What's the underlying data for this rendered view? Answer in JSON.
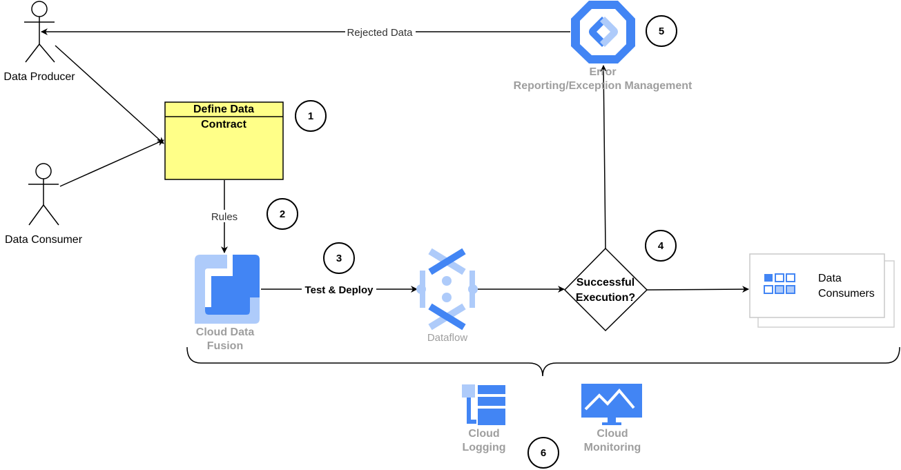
{
  "actors": {
    "producer": "Data Producer",
    "consumer": "Data Consumer"
  },
  "contract": {
    "title_line1": "Define Data",
    "title_line2": "Contract"
  },
  "edges": {
    "rejected": "Rejected Data",
    "rules": "Rules",
    "test_deploy": "Test & Deploy"
  },
  "nodes": {
    "fusion_line1": "Cloud Data",
    "fusion_line2": "Fusion",
    "dataflow": "Dataflow",
    "decision_line1": "Successful",
    "decision_line2": "Execution?",
    "error_line1": "Error",
    "error_line2": "Reporting/Exception Management",
    "consumers_line1": "Data",
    "consumers_line2": "Consumers",
    "logging_line1": "Cloud",
    "logging_line2": "Logging",
    "monitoring_line1": "Cloud",
    "monitoring_line2": "Monitoring"
  },
  "steps": [
    "1",
    "2",
    "3",
    "4",
    "5",
    "6"
  ],
  "colors": {
    "contract_fill": "#ffff88",
    "gcp_blue": "#4285f4",
    "gcp_light_blue": "#aecbfa",
    "label_grey": "#9e9e9e"
  },
  "icons": {
    "fusion": "cloud-data-fusion-icon",
    "dataflow": "dataflow-icon",
    "error": "error-reporting-icon",
    "consumers": "data-consumers-icon",
    "logging": "cloud-logging-icon",
    "monitoring": "cloud-monitoring-icon"
  }
}
